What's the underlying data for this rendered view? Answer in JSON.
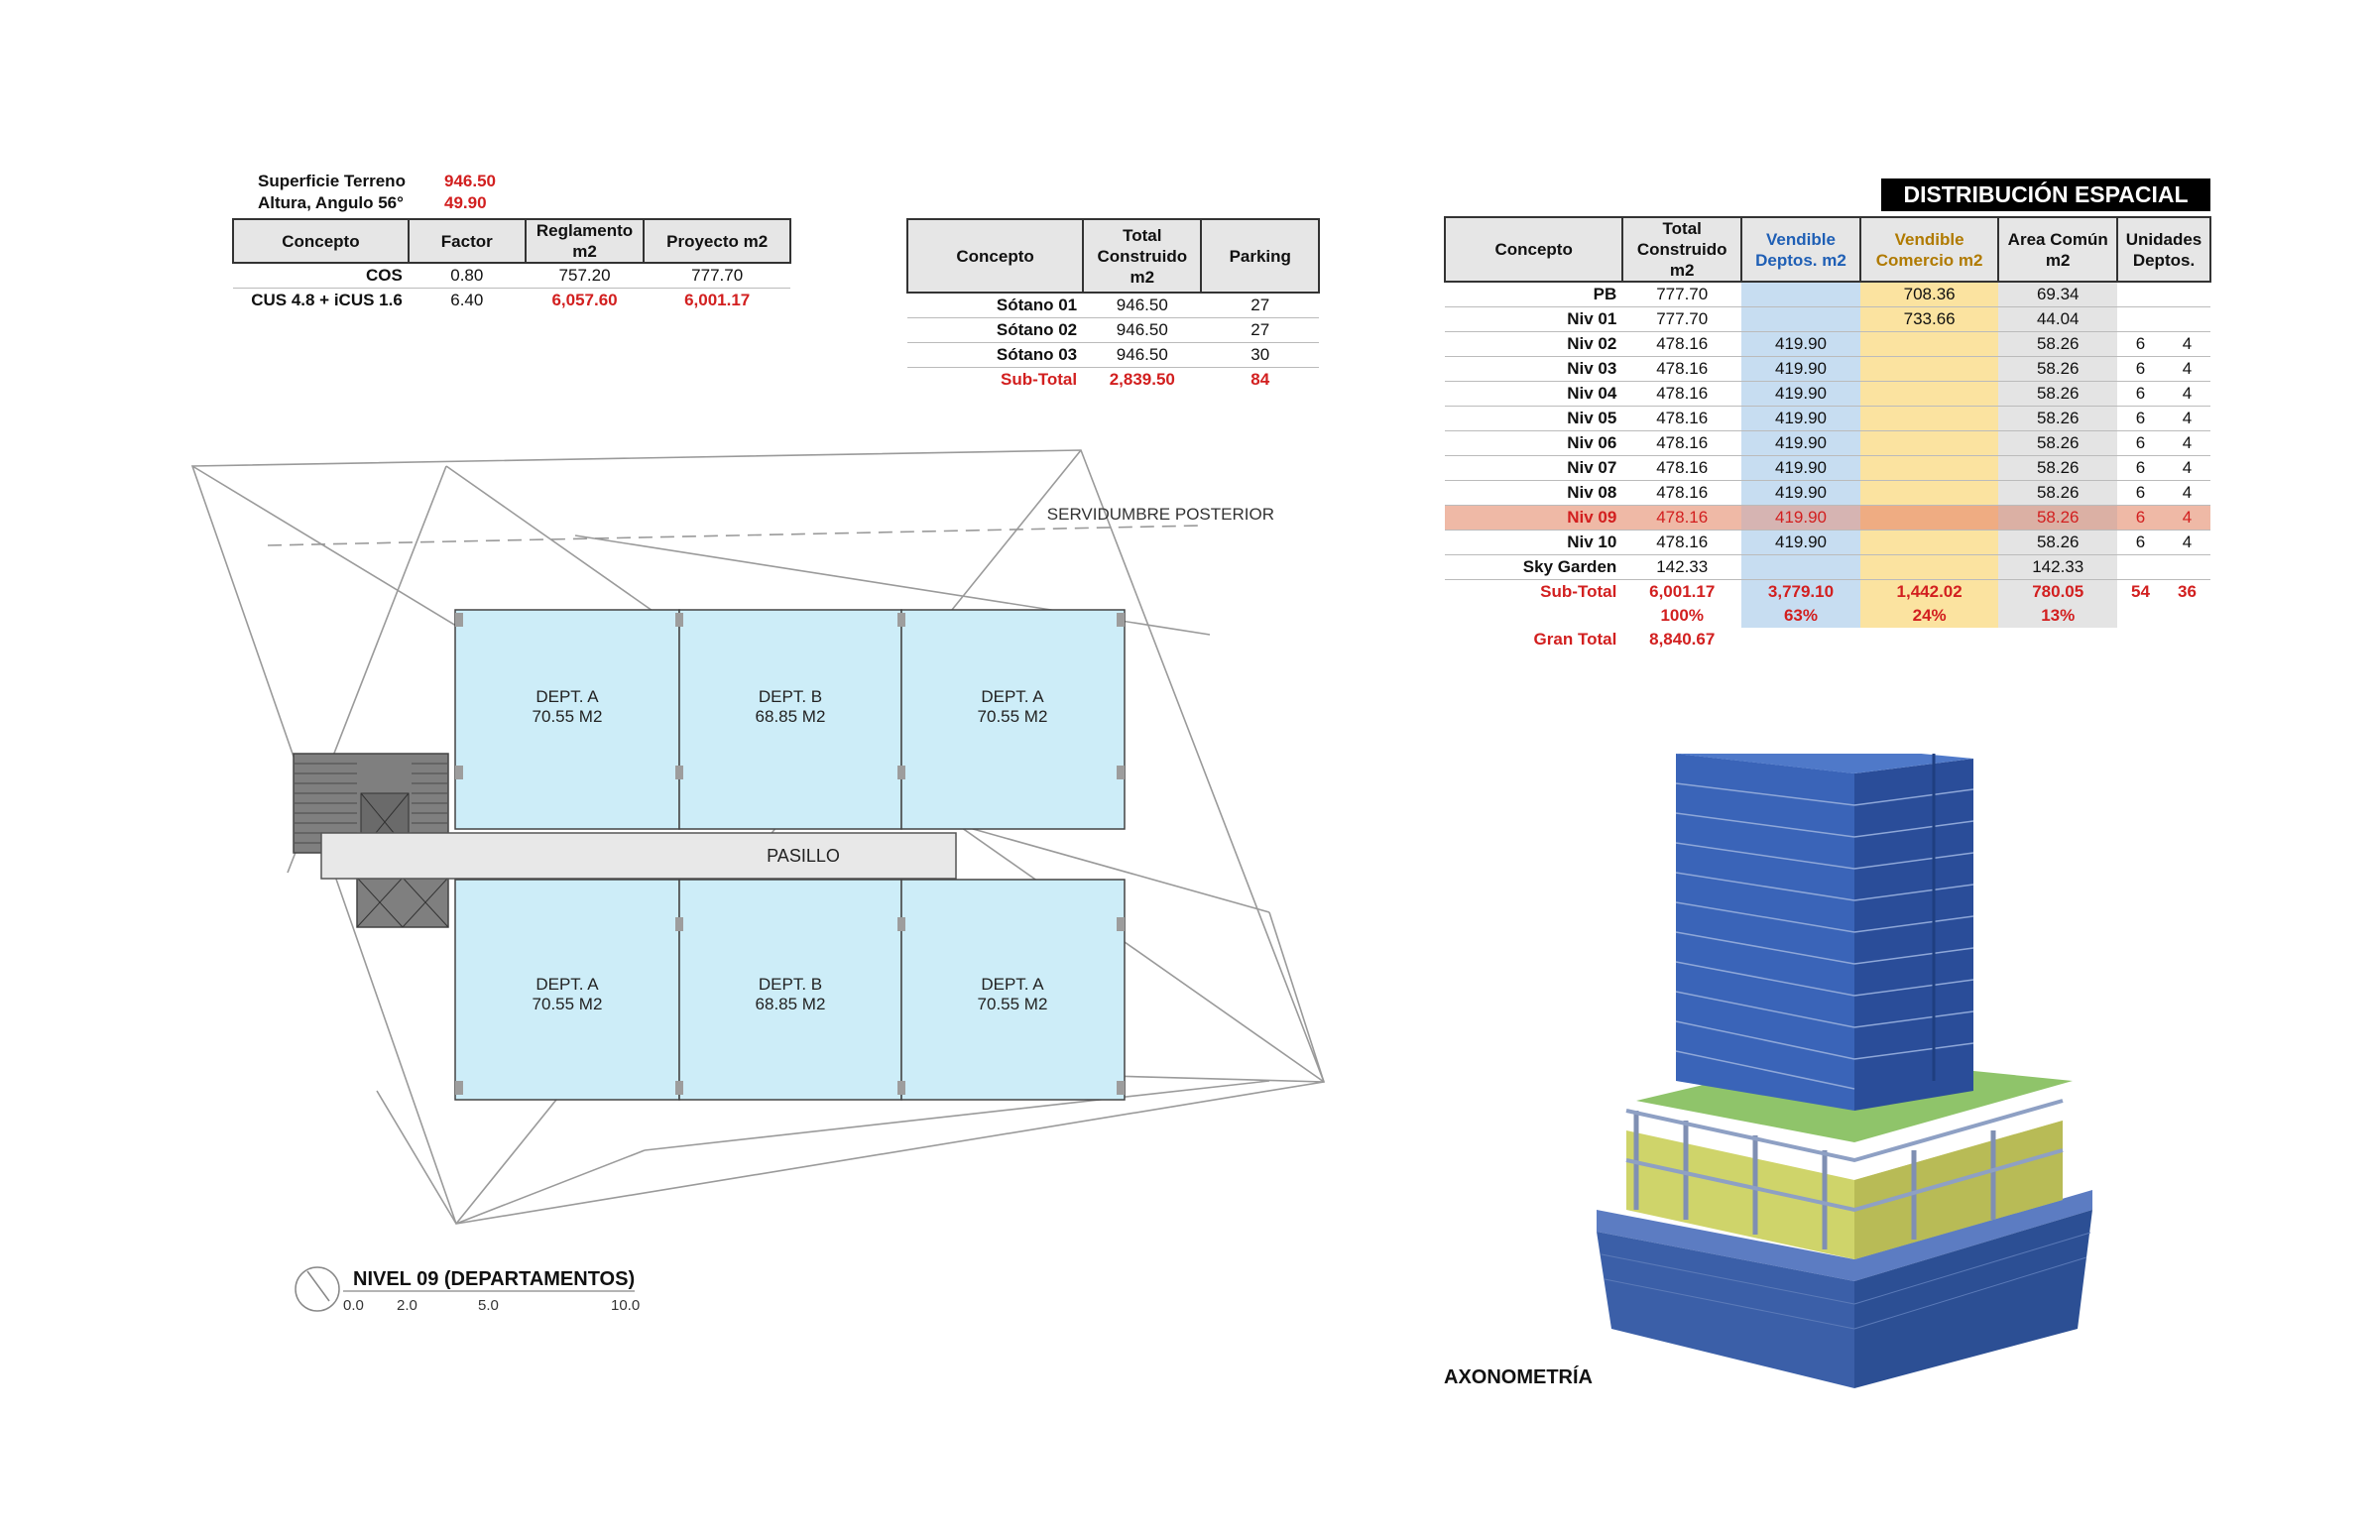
{
  "site_info": {
    "rows": [
      {
        "label": "Superficie Terreno",
        "value": "946.50"
      },
      {
        "label": "Altura, Angulo 56°",
        "value": "49.90"
      }
    ]
  },
  "factors_table": {
    "headers": [
      "Concepto",
      "Factor",
      "Reglamento m2",
      "Proyecto m2"
    ],
    "rows": [
      {
        "concepto": "COS",
        "factor": "0.80",
        "reglamento": "757.20",
        "proyecto": "777.70"
      },
      {
        "concepto": "CUS 4.8 + iCUS 1.6",
        "factor": "6.40",
        "reglamento": "6,057.60",
        "proyecto": "6,001.17"
      }
    ]
  },
  "parking_table": {
    "headers": [
      "Concepto",
      "Total Construido m2",
      "Parking"
    ],
    "rows": [
      {
        "concepto": "Sótano 01",
        "total": "946.50",
        "parking": "27"
      },
      {
        "concepto": "Sótano 02",
        "total": "946.50",
        "parking": "27"
      },
      {
        "concepto": "Sótano 03",
        "total": "946.50",
        "parking": "30"
      }
    ],
    "subtotal": {
      "concepto": "Sub-Total",
      "total": "2,839.50",
      "parking": "84"
    }
  },
  "distribution": {
    "title": "DISTRIBUCIÓN ESPACIAL",
    "headers": [
      "Concepto",
      "Total Construido m2",
      "Vendible Deptos. m2",
      "Vendible Comercio m2",
      "Area Común m2",
      "Unidades Deptos."
    ],
    "rows": [
      {
        "concepto": "PB",
        "total": "777.70",
        "deptos": "",
        "comercio": "708.36",
        "comun": "69.34",
        "u1": "",
        "u2": ""
      },
      {
        "concepto": "Niv 01",
        "total": "777.70",
        "deptos": "",
        "comercio": "733.66",
        "comun": "44.04",
        "u1": "",
        "u2": ""
      },
      {
        "concepto": "Niv 02",
        "total": "478.16",
        "deptos": "419.90",
        "comercio": "",
        "comun": "58.26",
        "u1": "6",
        "u2": "4"
      },
      {
        "concepto": "Niv 03",
        "total": "478.16",
        "deptos": "419.90",
        "comercio": "",
        "comun": "58.26",
        "u1": "6",
        "u2": "4"
      },
      {
        "concepto": "Niv 04",
        "total": "478.16",
        "deptos": "419.90",
        "comercio": "",
        "comun": "58.26",
        "u1": "6",
        "u2": "4"
      },
      {
        "concepto": "Niv 05",
        "total": "478.16",
        "deptos": "419.90",
        "comercio": "",
        "comun": "58.26",
        "u1": "6",
        "u2": "4"
      },
      {
        "concepto": "Niv 06",
        "total": "478.16",
        "deptos": "419.90",
        "comercio": "",
        "comun": "58.26",
        "u1": "6",
        "u2": "4"
      },
      {
        "concepto": "Niv 07",
        "total": "478.16",
        "deptos": "419.90",
        "comercio": "",
        "comun": "58.26",
        "u1": "6",
        "u2": "4"
      },
      {
        "concepto": "Niv 08",
        "total": "478.16",
        "deptos": "419.90",
        "comercio": "",
        "comun": "58.26",
        "u1": "6",
        "u2": "4"
      },
      {
        "concepto": "Niv 09",
        "total": "478.16",
        "deptos": "419.90",
        "comercio": "",
        "comun": "58.26",
        "u1": "6",
        "u2": "4"
      },
      {
        "concepto": "Niv 10",
        "total": "478.16",
        "deptos": "419.90",
        "comercio": "",
        "comun": "58.26",
        "u1": "6",
        "u2": "4"
      },
      {
        "concepto": "Sky Garden",
        "total": "142.33",
        "deptos": "",
        "comercio": "",
        "comun": "142.33",
        "u1": "",
        "u2": ""
      }
    ],
    "highlighted_row": "Niv 09",
    "subtotal": {
      "concepto": "Sub-Total",
      "total": "6,001.17",
      "deptos": "3,779.10",
      "comercio": "1,442.02",
      "comun": "780.05",
      "u1": "54",
      "u2": "36"
    },
    "percent": {
      "total": "100%",
      "deptos": "63%",
      "comercio": "24%",
      "comun": "13%"
    },
    "gran_total": {
      "label": "Gran Total",
      "value": "8,840.67"
    }
  },
  "floor_plan": {
    "easement_label": "SERVIDUMBRE POSTERIOR",
    "corridor_label": "PASILLO",
    "units": [
      {
        "name": "DEPT. A",
        "area": "70.55 M2"
      },
      {
        "name": "DEPT. B",
        "area": "68.85 M2"
      },
      {
        "name": "DEPT. A",
        "area": "70.55 M2"
      },
      {
        "name": "DEPT. A",
        "area": "70.55 M2"
      },
      {
        "name": "DEPT. B",
        "area": "68.85 M2"
      },
      {
        "name": "DEPT. A",
        "area": "70.55 M2"
      }
    ],
    "title": "NIVEL 09 (DEPARTAMENTOS)",
    "scale_ticks": [
      "0.0",
      "2.0",
      "5.0",
      "10.0"
    ],
    "colors": {
      "unit_fill": "#cdedf8",
      "corridor_fill": "#e8e8e8",
      "stair_fill": "#7f7f7f"
    }
  },
  "axonometry": {
    "caption": "AXONOMETRÍA",
    "colors": {
      "tower": "#2f56a8",
      "podium": "#3b5fa8",
      "green_roof": "#8fc46a",
      "commerce": "#cfd46a"
    }
  }
}
